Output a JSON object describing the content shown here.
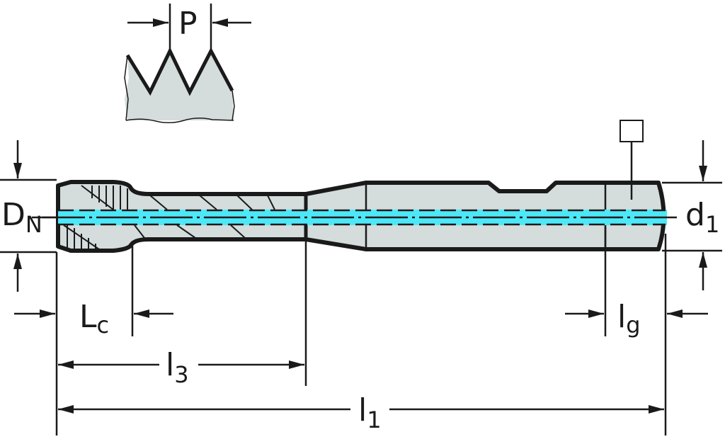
{
  "title": "Tap dimension drawing",
  "colors": {
    "body": "#d4dcdc",
    "coolant": "#4de8f8",
    "line": "#1a1a1a"
  },
  "labels": {
    "pitch": "P",
    "nominal_diameter": {
      "main": "D",
      "sub": "N"
    },
    "shank_diameter": {
      "main": "d",
      "sub": "1"
    },
    "chamfer_length": {
      "main": "L",
      "sub": "c"
    },
    "neck_length": {
      "main": "l",
      "sub": "3"
    },
    "square_length": {
      "main": "l",
      "sub": "g"
    },
    "overall_length": {
      "main": "l",
      "sub": "1"
    }
  }
}
